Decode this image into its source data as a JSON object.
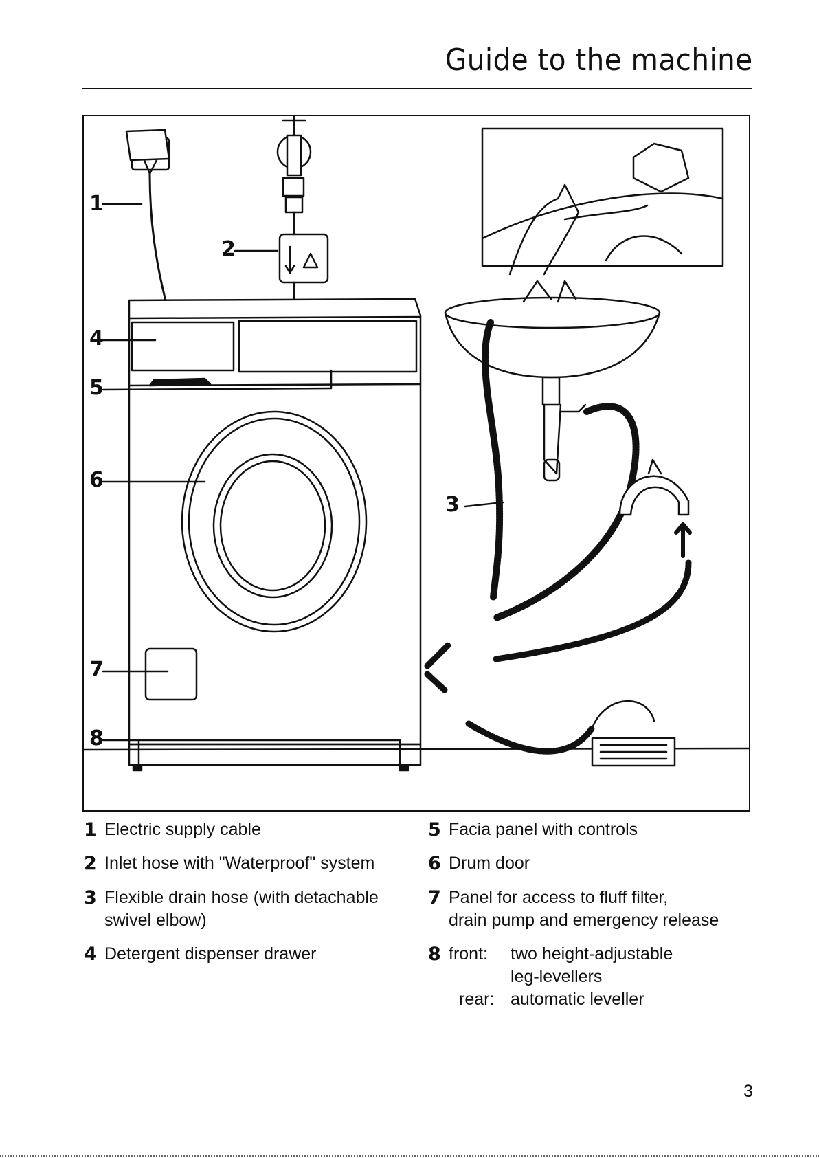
{
  "header": {
    "title": "Guide to the machine"
  },
  "figure": {
    "labels": [
      "1",
      "2",
      "3",
      "4",
      "5",
      "6",
      "7",
      "8"
    ],
    "icon": "washing-machine-diagram"
  },
  "legend": {
    "left": [
      {
        "num": "1",
        "lines": [
          "Electric supply cable"
        ]
      },
      {
        "num": "2",
        "lines": [
          "Inlet hose with \"Waterproof\" system"
        ]
      },
      {
        "num": "3",
        "lines": [
          "Flexible drain hose (with detachable",
          "swivel elbow)"
        ]
      },
      {
        "num": "4",
        "lines": [
          "Detergent dispenser drawer"
        ]
      }
    ],
    "right": [
      {
        "num": "5",
        "lines": [
          "Facia panel with controls"
        ]
      },
      {
        "num": "6",
        "lines": [
          "Drum door"
        ]
      },
      {
        "num": "7",
        "lines": [
          "Panel for access to fluff filter,",
          "drain pump and emergency release"
        ]
      }
    ],
    "item8": {
      "num": "8",
      "front_label": "front:",
      "front_lines": [
        "two height-adjustable",
        "leg-levellers"
      ],
      "rear_label": "rear:",
      "rear_line": "automatic leveller"
    }
  },
  "footer": {
    "page_number": "3"
  }
}
